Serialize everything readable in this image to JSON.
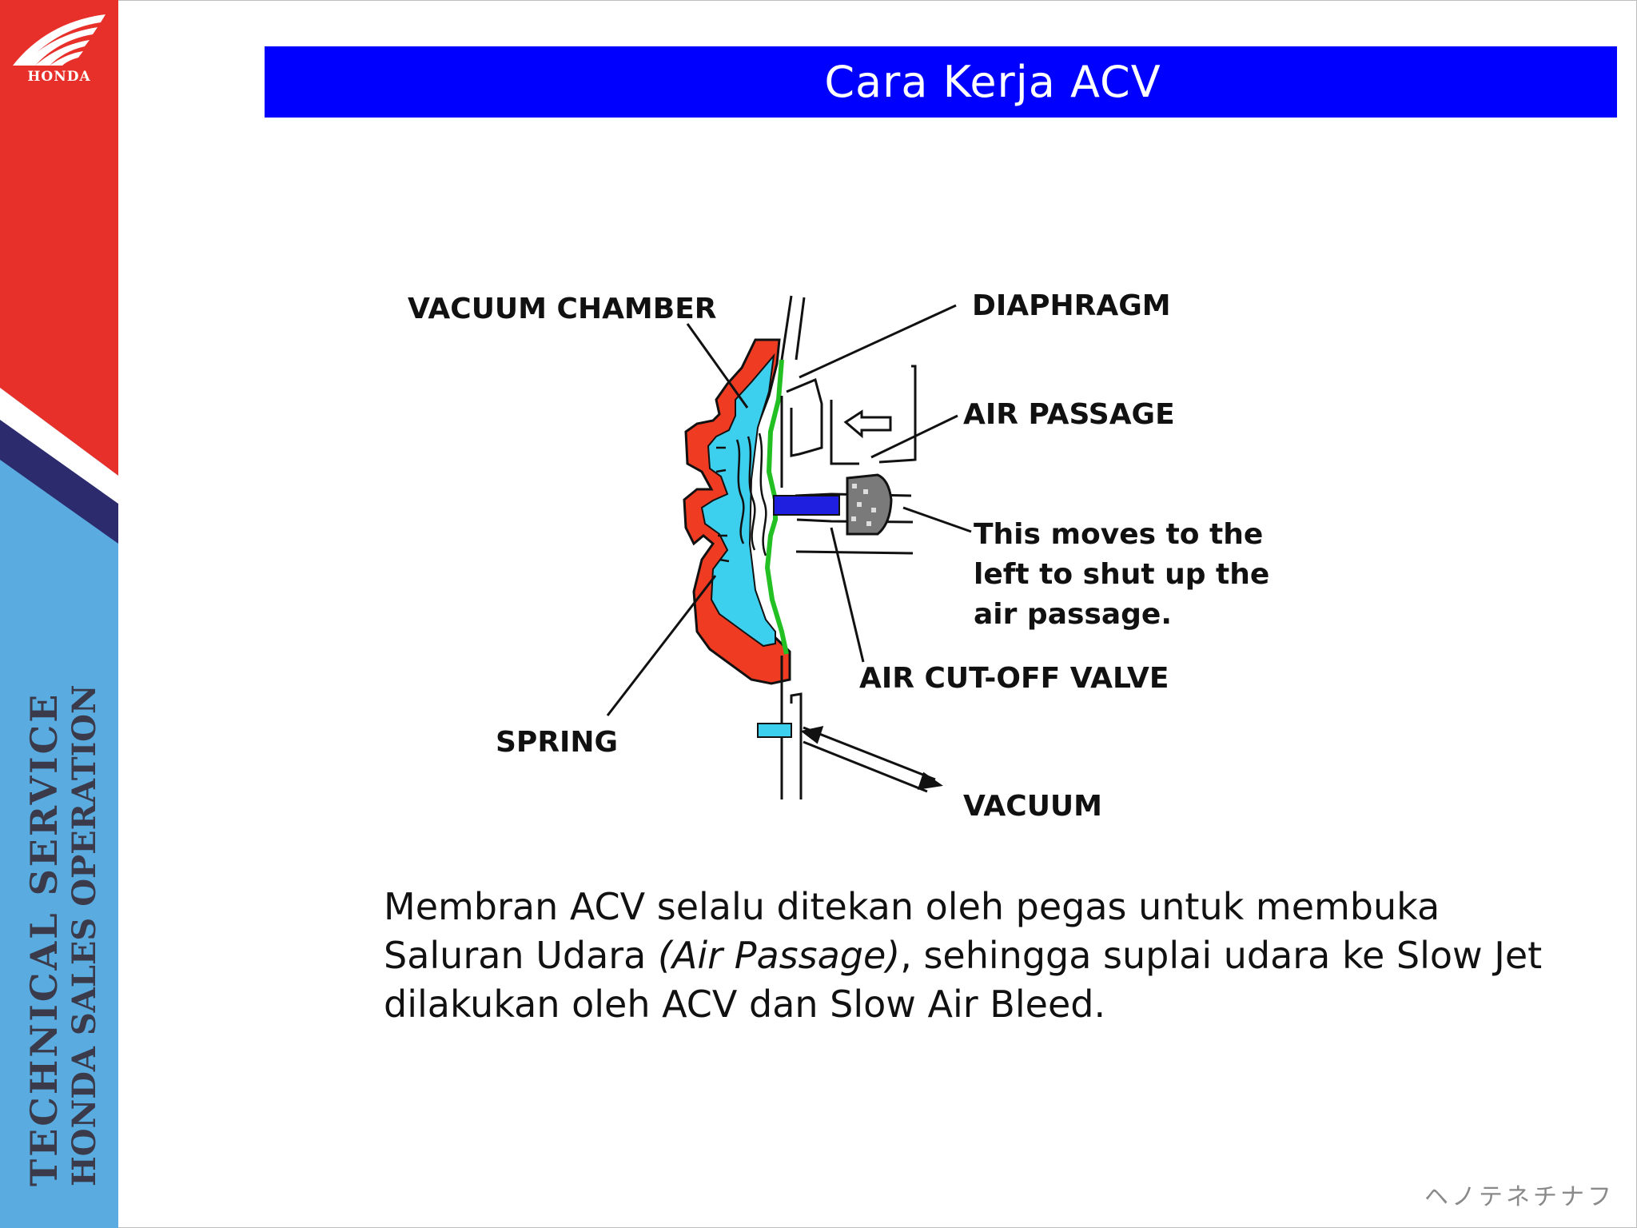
{
  "slide": {
    "title": "Cara Kerja ACV",
    "body_before": "Membran ACV selalu ditekan oleh pegas untuk membuka Saluran Udara ",
    "body_italic": "(Air Passage)",
    "body_after": ", sehingga suplai udara ke Slow Jet dilakukan oleh ACV dan Slow Air Bleed.",
    "corner_text": "ヘノテネチナフ"
  },
  "sidebar": {
    "logo_text": "HONDA",
    "line1": "TECHNICAL   SERVICE",
    "line2": "HONDA SALES OPERATION"
  },
  "diagram": {
    "labels": {
      "vacuum_chamber": "VACUUM CHAMBER",
      "diaphragm": "DIAPHRAGM",
      "air_passage": "AIR PASSAGE",
      "note_line1": "This moves to the",
      "note_line2": "left to shut up the",
      "note_line3": "air passage.",
      "air_cutoff_valve": "AIR CUT-OFF VALVE",
      "spring": "SPRING",
      "vacuum": "VACUUM"
    }
  },
  "colors": {
    "title_bar": "#0000ff",
    "sidebar_red": "#e8302a",
    "sidebar_blue": "#5aace0",
    "sidebar_navy": "#2b2b6e",
    "chamber_red": "#ee3b22",
    "chamber_cyan": "#3cd0ee",
    "diaphragm_green": "#22c022",
    "valve_blue": "#1f1fe0"
  }
}
